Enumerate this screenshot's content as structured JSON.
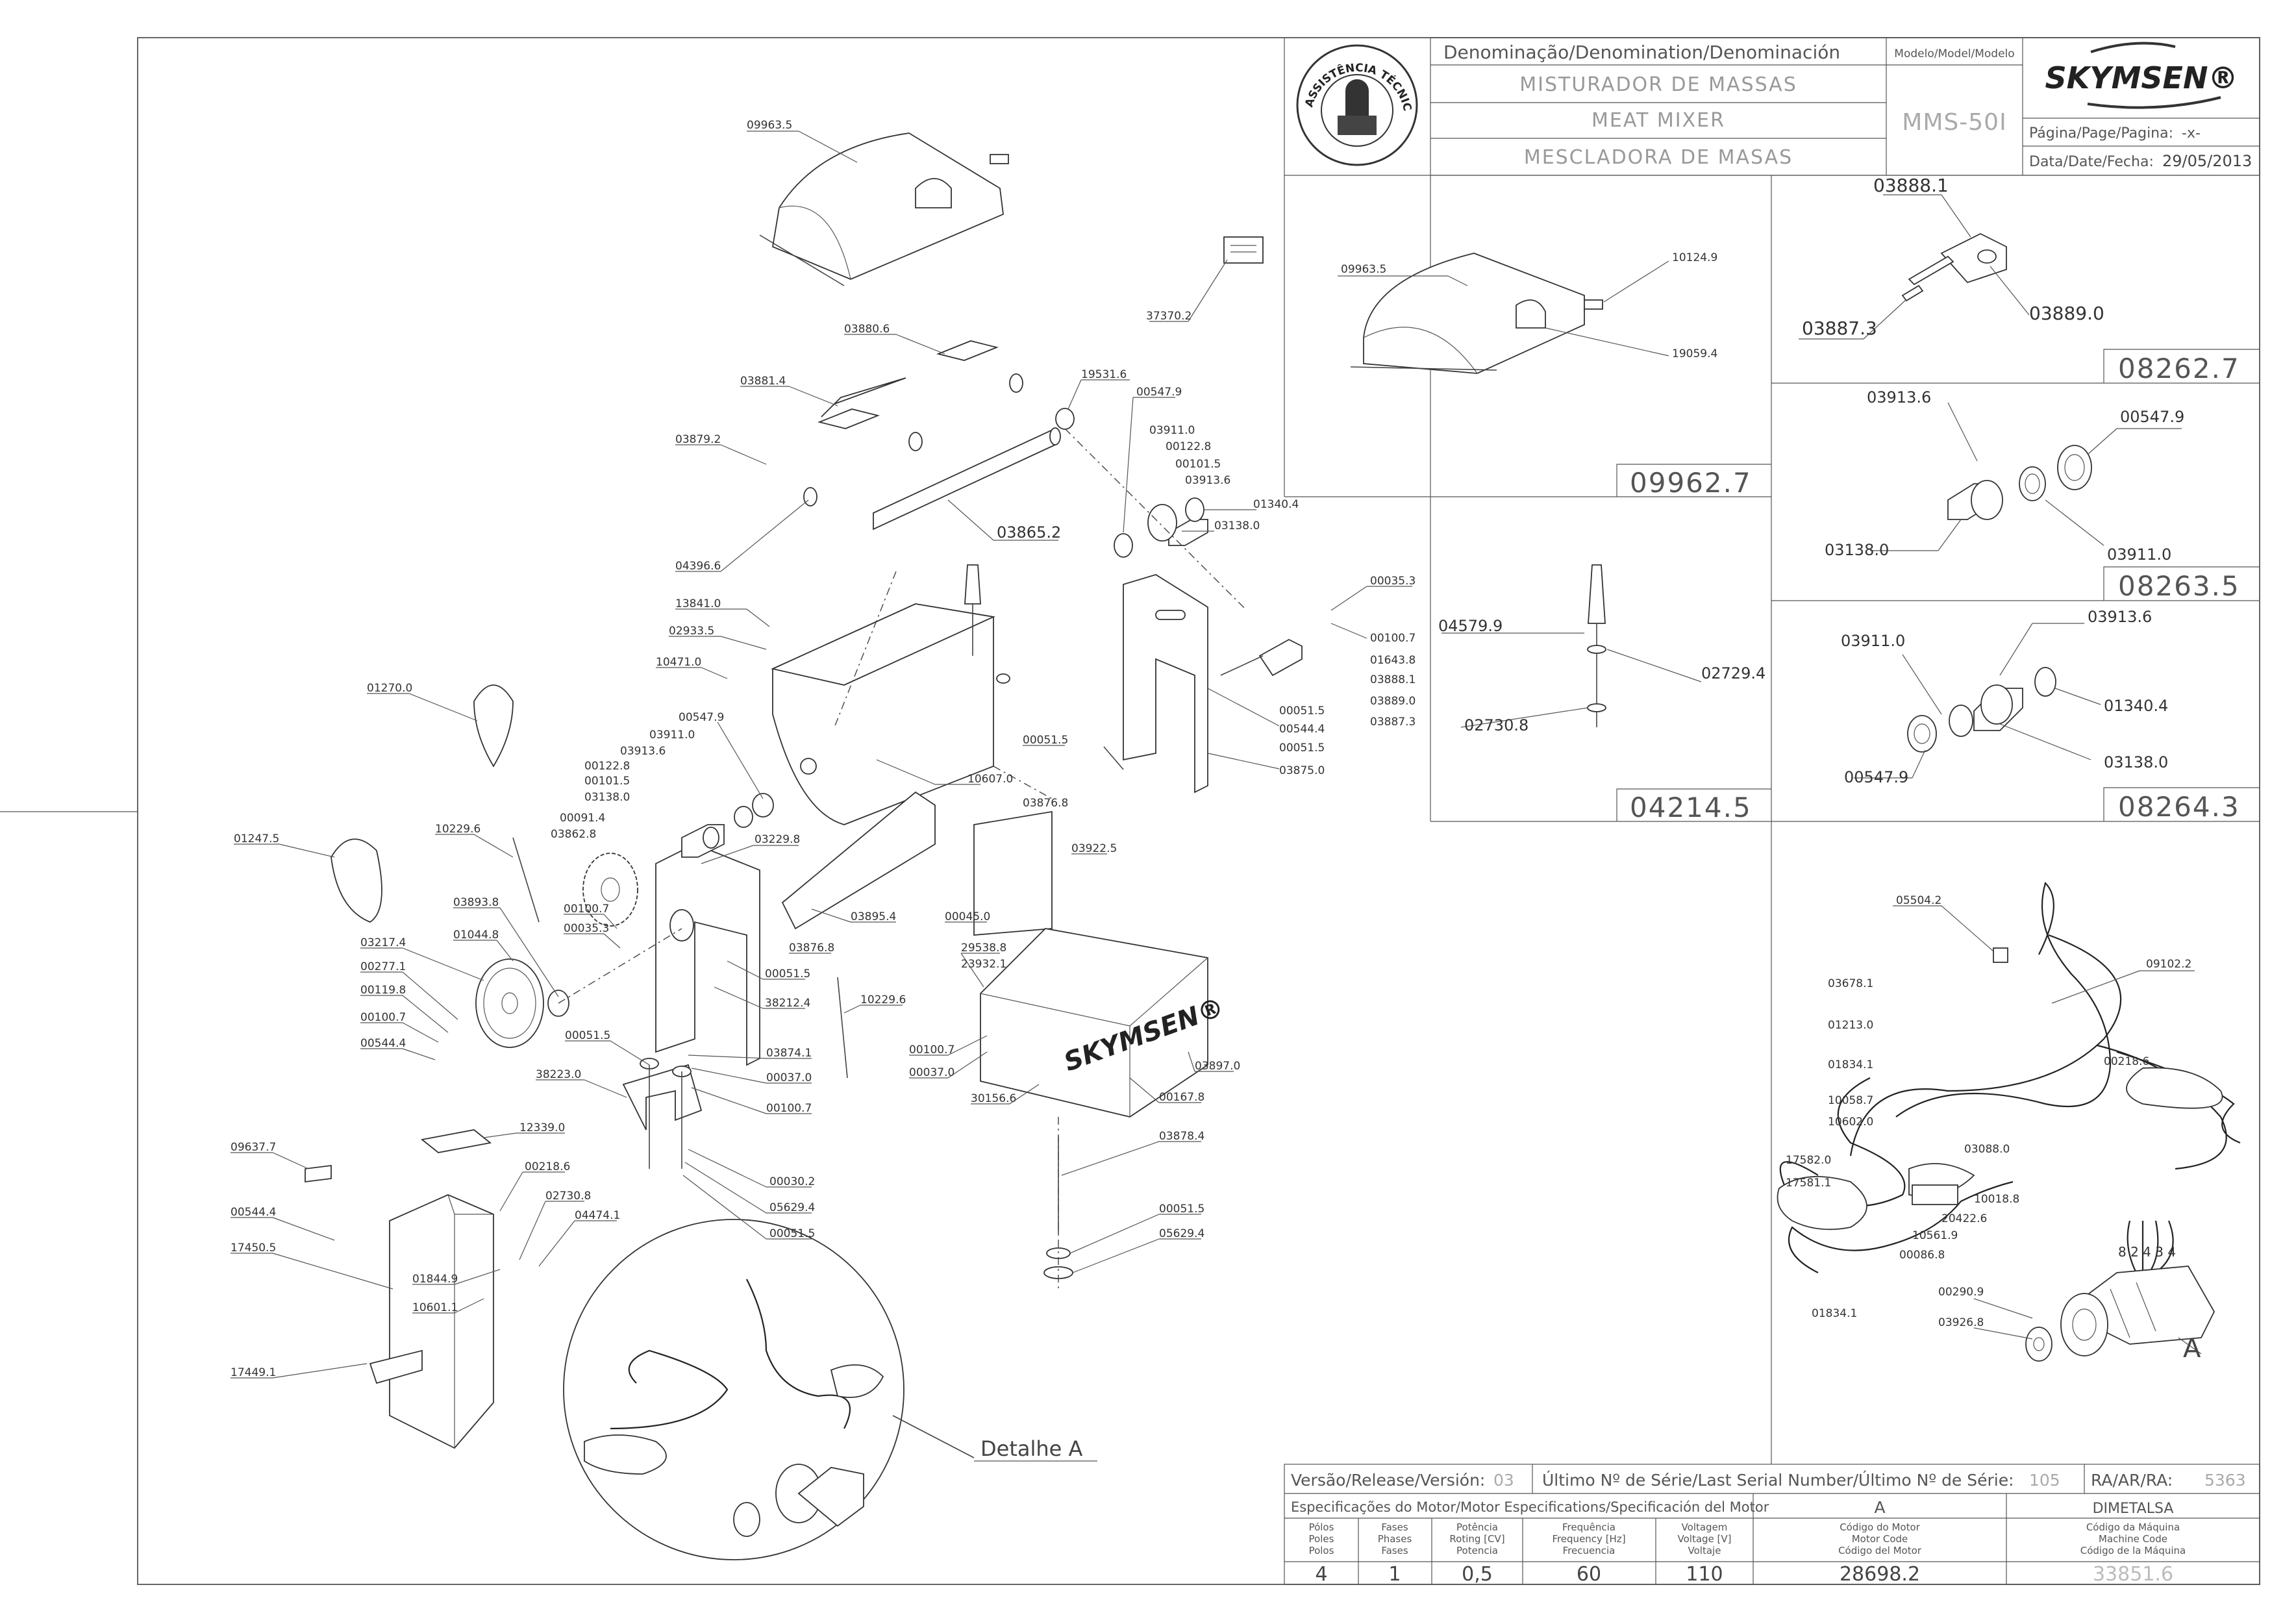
{
  "title_block": {
    "denomination_header": "Denominação/Denomination/Denominación",
    "name_pt": "MISTURADOR DE MASSAS",
    "name_en": "MEAT MIXER",
    "name_es": "MESCLADORA DE MASAS",
    "model_header": "Modelo/Model/Modelo",
    "model": "MMS-50I",
    "brand": "SKYMSEN®",
    "page_label": "Página/Page/Pagina:",
    "page_value": "-x-",
    "date_label": "Data/Date/Fecha:",
    "date_value": "29/05/2013",
    "seal_text": "ASSISTÊNCIA TÉCNICA AUTORIZADA"
  },
  "footer": {
    "version_label": "Versão/Release/Versión:",
    "version_value": "03",
    "serial_label": "Último Nº de Série/Last Serial Number/Último Nº de Série:",
    "serial_value": "105",
    "ra_label": "RA/AR/RA:",
    "ra_value": "5363",
    "motor_spec_label": "Especificações do Motor/Motor Especifications/Specificación del Motor",
    "motor_letter": "A",
    "machine_brand": "DIMETALSA",
    "col_poles": [
      "Pólos",
      "Poles",
      "Polos"
    ],
    "col_phases": [
      "Fases",
      "Phases",
      "Fases"
    ],
    "col_power": [
      "Potência",
      "Roting [CV]",
      "Potencia"
    ],
    "col_freq": [
      "Frequência",
      "Frequency [Hz]",
      "Frecuencia"
    ],
    "col_volt": [
      "Voltagem",
      "Voltage [V]",
      "Voltaje"
    ],
    "col_motor_code": [
      "Código do Motor",
      "Motor Code",
      "Código del Motor"
    ],
    "col_machine_code": [
      "Código da Máquina",
      "Machine Code",
      "Código de la Máquina"
    ],
    "val_poles": "4",
    "val_phases": "1",
    "val_power": "0,5",
    "val_freq": "60",
    "val_volt": "110",
    "val_motor_code": "28698.2",
    "val_machine_code": "33851.6"
  },
  "detail_boxes": {
    "cover": "09962.7",
    "handle": "04214.5",
    "pin": "08262.7",
    "bearing_a": "08263.5",
    "bearing_b": "08264.3",
    "motor_detail_letter": "A",
    "detail_a_caption": "Detalhe A"
  },
  "part_labels": {
    "p_09963_5": "09963.5",
    "p_37370_2": "37370.2",
    "p_03880_6": "03880.6",
    "p_03881_4": "03881.4",
    "p_19531_6": "19531.6",
    "p_03879_2": "03879.2",
    "p_04396_6": "04396.6",
    "p_03865_2": "03865.2",
    "p_00547_9a": "00547.9",
    "p_03911_0a": "03911.0",
    "p_00122_8a": "00122.8",
    "p_00101_5a": "00101.5",
    "p_03913_6a": "03913.6",
    "p_01340_4a": "01340.4",
    "p_03138_0a": "03138.0",
    "p_13841_0": "13841.0",
    "p_02933_5": "02933.5",
    "p_10471_0": "10471.0",
    "p_01270_0": "01270.0",
    "p_00547_9b": "00547.9",
    "p_03911_0b": "03911.0",
    "p_03913_6b": "03913.6",
    "p_00122_8b": "00122.8",
    "p_00101_5b": "00101.5",
    "p_03138_0b": "03138.0",
    "p_00091_4": "00091.4",
    "p_03862_8": "03862.8",
    "p_10229_6a": "10229.6",
    "p_01247_5": "01247.5",
    "p_03229_8": "03229.8",
    "p_03893_8": "03893.8",
    "p_10607_0": "10607.0",
    "p_00035_3a": "00035.3",
    "p_00100_7a": "00100.7",
    "p_01643_8": "01643.8",
    "p_03888_1a": "03888.1",
    "p_03889_0a": "03889.0",
    "p_03887_3a": "03887.3",
    "p_00051_5a": "00051.5",
    "p_00544_4a": "00544.4",
    "p_00051_5b": "00051.5",
    "p_03875_0": "03875.0",
    "p_03876_8a": "03876.8",
    "p_03922_5": "03922.5",
    "p_03895_4": "03895.4",
    "p_00045_0": "00045.0",
    "p_03876_8b": "03876.8",
    "p_03217_4": "03217.4",
    "p_01044_8": "01044.8",
    "p_00100_7b": "00100.7",
    "p_00035_3b": "00035.3",
    "p_00277_1": "00277.1",
    "p_00119_8": "00119.8",
    "p_00100_7c": "00100.7",
    "p_00544_4b": "00544.4",
    "p_00051_5c": "00051.5",
    "p_10229_6b": "10229.6",
    "p_38212_4": "38212.4",
    "p_00051_5d": "00051.5",
    "p_29538_8": "29538.8",
    "p_23932_1": "23932.1",
    "p_38223_0": "38223.0",
    "p_03874_1": "03874.1",
    "p_00037_0a": "00037.0",
    "p_00100_7d": "00100.7",
    "p_00100_7e": "00100.7",
    "p_00037_0b": "00037.0",
    "p_30156_6": "30156.6",
    "p_00167_8": "00167.8",
    "p_03897_0": "03897.0",
    "p_12339_0": "12339.0",
    "p_09637_7": "09637.7",
    "p_00218_6a": "00218.6",
    "p_00030_2": "00030.2",
    "p_05629_4a": "05629.4",
    "p_00051_5e": "00051.5",
    "p_03878_4": "03878.4",
    "p_00544_4c": "00544.4",
    "p_02730_8a": "02730.8",
    "p_04474_1": "04474.1",
    "p_17450_5": "17450.5",
    "p_01844_9": "01844.9",
    "p_10601_1": "10601.1",
    "p_00051_5f": "00051.5",
    "p_05629_4b": "05629.4",
    "p_17449_1": "17449.1",
    "d_09963_5": "09963.5",
    "d_10124_9": "10124.9",
    "d_19059_4": "19059.4",
    "d_03888_1": "03888.1",
    "d_03887_3": "03887.3",
    "d_03889_0": "03889.0",
    "d_03913_6a": "03913.6",
    "d_00547_9a": "00547.9",
    "d_03138_0a": "03138.0",
    "d_03911_0a": "03911.0",
    "d_04579_9": "04579.9",
    "d_02729_4": "02729.4",
    "d_02730_8": "02730.8",
    "d_03911_0b": "03911.0",
    "d_03913_6b": "03913.6",
    "d_01340_4": "01340.4",
    "d_00547_9b": "00547.9",
    "d_03138_0b": "03138.0",
    "w_05504_2": "05504.2",
    "w_09102_2": "09102.2",
    "w_03678_1": "03678.1",
    "w_01213_0": "01213.0",
    "w_00218_6": "00218.6",
    "w_01834_1a": "01834.1",
    "w_10058_7": "10058.7",
    "w_10602_0": "10602.0",
    "w_03088_0": "03088.0",
    "w_17581_1": "17581.1",
    "w_17582_0": "17582.0",
    "w_10018_8": "10018.8",
    "w_20422_6": "20422.6",
    "w_10561_9": "10561.9",
    "w_00086_8": "00086.8",
    "w_01834_1b": "01834.1",
    "w_00290_9": "00290.9",
    "w_03926_8": "03926.8"
  }
}
